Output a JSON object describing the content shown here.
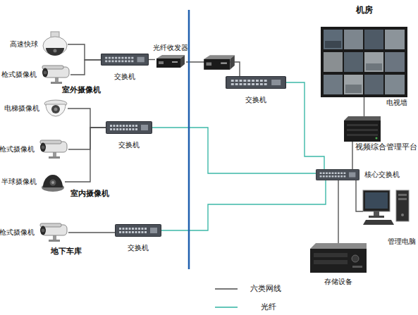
{
  "diagram": {
    "nodes": [
      {
        "text": [
          "高速快球"
        ]
      },
      {
        "text": [
          "枪式摄像机"
        ]
      },
      {
        "text": [
          "交换机"
        ]
      },
      {
        "text": [
          "光纤收发器"
        ]
      },
      {
        "text": [
          "交换机"
        ]
      },
      {
        "text": [
          "电视墙"
        ]
      },
      {
        "text": [
          "电梯摄像机"
        ]
      },
      {
        "text": [
          "交换机"
        ]
      },
      {
        "text": [
          "视频综合管理平台"
        ]
      },
      {
        "text": [
          "枪式摄像机"
        ]
      },
      {
        "text": [
          "核心交换机"
        ]
      },
      {
        "text": [
          "半球摄像机"
        ]
      },
      {
        "text": [
          "枪式摄像机"
        ]
      },
      {
        "text": [
          "交换机"
        ]
      },
      {
        "text": [
          "管理电脑"
        ]
      },
      {
        "text": [
          "存储设备"
        ]
      }
    ],
    "edges": [
      {
        "from": 0,
        "to": 2,
        "arrow": "none"
      },
      {
        "from": 1,
        "to": 2,
        "arrow": "none"
      },
      {
        "from": 2,
        "to": 3,
        "arrow": "none"
      },
      {
        "from": 3,
        "to": 4,
        "arrow": "none"
      },
      {
        "from": 5,
        "to": 8,
        "arrow": "none"
      },
      {
        "from": 8,
        "to": 10,
        "arrow": "none"
      },
      {
        "from": 10,
        "to": 14,
        "arrow": "none"
      },
      {
        "from": 10,
        "to": 15,
        "arrow": "none"
      },
      {
        "from": 6,
        "to": 7,
        "arrow": "none"
      },
      {
        "from": 9,
        "to": 7,
        "arrow": "none"
      },
      {
        "from": 11,
        "to": 7,
        "arrow": "none"
      },
      {
        "from": 12,
        "to": 13,
        "arrow": "none"
      },
      {
        "from": 4,
        "to": 10,
        "arrow": "none"
      },
      {
        "from": 7,
        "to": 10,
        "arrow": "none"
      },
      {
        "from": 13,
        "to": 10,
        "arrow": "none"
      }
    ],
    "labels": [
      "室外摄像机",
      "室内摄像机",
      "地下车库",
      "机房"
    ],
    "legend": [
      {
        "text": "六类网线"
      },
      {
        "text": "光纤"
      }
    ]
  }
}
